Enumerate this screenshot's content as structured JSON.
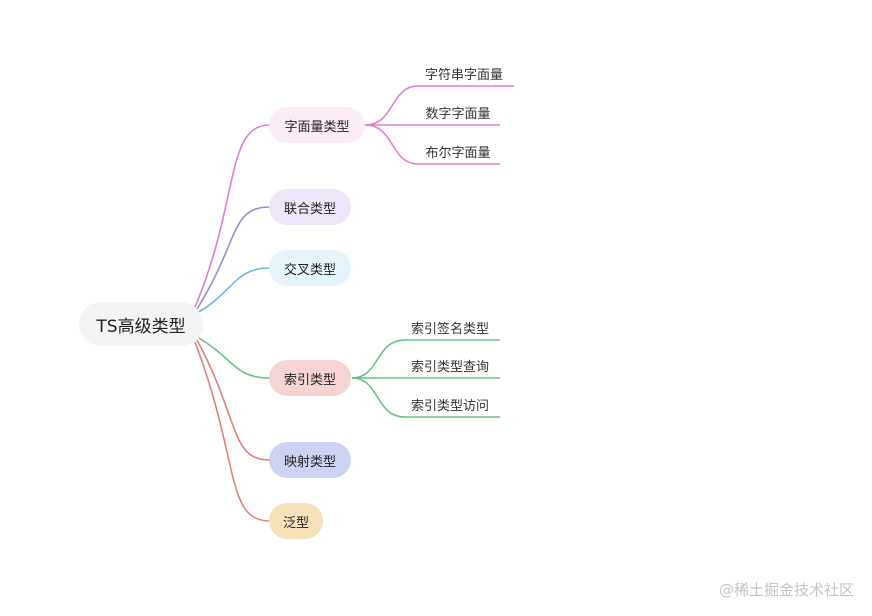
{
  "root": {
    "label": "TS高级类型"
  },
  "branches": [
    {
      "label": "字面量类型",
      "color": "#e07fcf",
      "fill": "#fcecf8",
      "children": [
        "字符串字面量",
        "数字字面量",
        "布尔字面量"
      ]
    },
    {
      "label": "联合类型",
      "color": "#a08ad4",
      "fill": "#ece6f8",
      "children": []
    },
    {
      "label": "交叉类型",
      "color": "#6cb7d8",
      "fill": "#e5f3fa",
      "children": []
    },
    {
      "label": "索引类型",
      "color": "#6dbf8a",
      "fill": "#f7d4d4",
      "children": [
        "索引签名类型",
        "索引类型查询",
        "索引类型访问"
      ]
    },
    {
      "label": "映射类型",
      "color": "#e08080",
      "fill": "#cdd3f2",
      "children": []
    },
    {
      "label": "泛型",
      "color": "#e08080",
      "fill": "#f6e2b8",
      "children": []
    }
  ],
  "watermark": "@稀土掘金技术社区"
}
